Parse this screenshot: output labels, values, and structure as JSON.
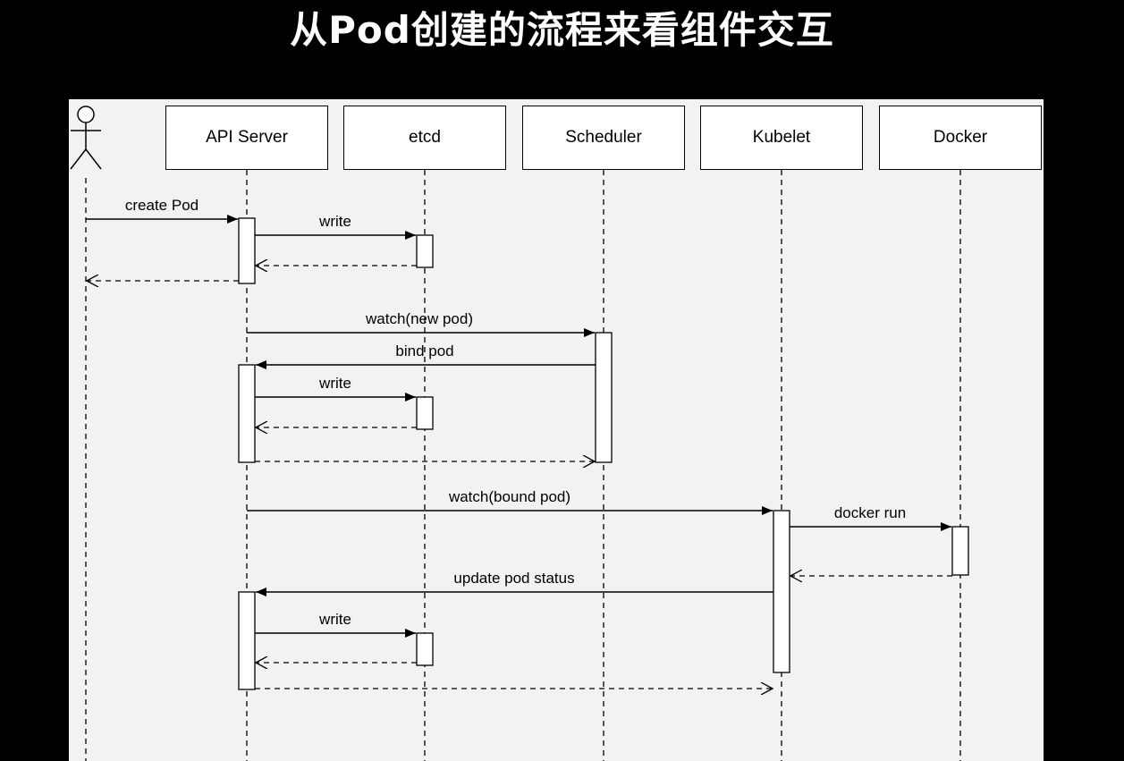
{
  "title": "从Pod创建的流程来看组件交互",
  "diagram": {
    "actor": {
      "name": "user-actor",
      "icon": "stick-figure-icon"
    },
    "participants": [
      {
        "id": "api",
        "label": "API Server"
      },
      {
        "id": "etcd",
        "label": "etcd"
      },
      {
        "id": "scheduler",
        "label": "Scheduler"
      },
      {
        "id": "kubelet",
        "label": "Kubelet"
      },
      {
        "id": "docker",
        "label": "Docker"
      }
    ],
    "messages": [
      {
        "label": "create Pod"
      },
      {
        "label": "write"
      },
      {
        "label": "watch(new pod)"
      },
      {
        "label": "bind pod"
      },
      {
        "label": "write"
      },
      {
        "label": "watch(bound pod)"
      },
      {
        "label": "docker run"
      },
      {
        "label": "update pod status"
      },
      {
        "label": "write"
      }
    ]
  }
}
